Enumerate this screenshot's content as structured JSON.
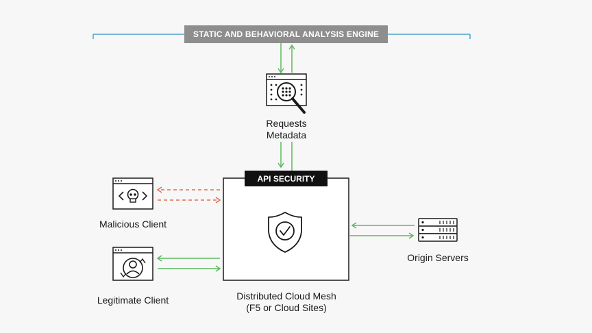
{
  "engine": {
    "title": "STATIC AND BEHAVIORAL ANALYSIS ENGINE"
  },
  "requests": {
    "line1": "Requests",
    "line2": "Metadata",
    "icon": "magnifier-grid-icon"
  },
  "api_security": {
    "title": "API SECURITY",
    "icon": "shield-check-icon"
  },
  "mesh": {
    "line1": "Distributed Cloud Mesh",
    "line2": "(F5 or Cloud Sites)"
  },
  "malicious_client": {
    "label": "Malicious Client",
    "icon": "skull-code-window-icon"
  },
  "legitimate_client": {
    "label": "Legitimate Client",
    "icon": "user-window-icon"
  },
  "origin_servers": {
    "label": "Origin Servers",
    "icon": "server-stack-icon"
  },
  "colors": {
    "accent_line": "#4aa3c9",
    "good_flow": "#5cb85c",
    "bad_flow": "#e26b4f",
    "banner_bg": "#8e8e8e",
    "tag_bg": "#111111"
  }
}
